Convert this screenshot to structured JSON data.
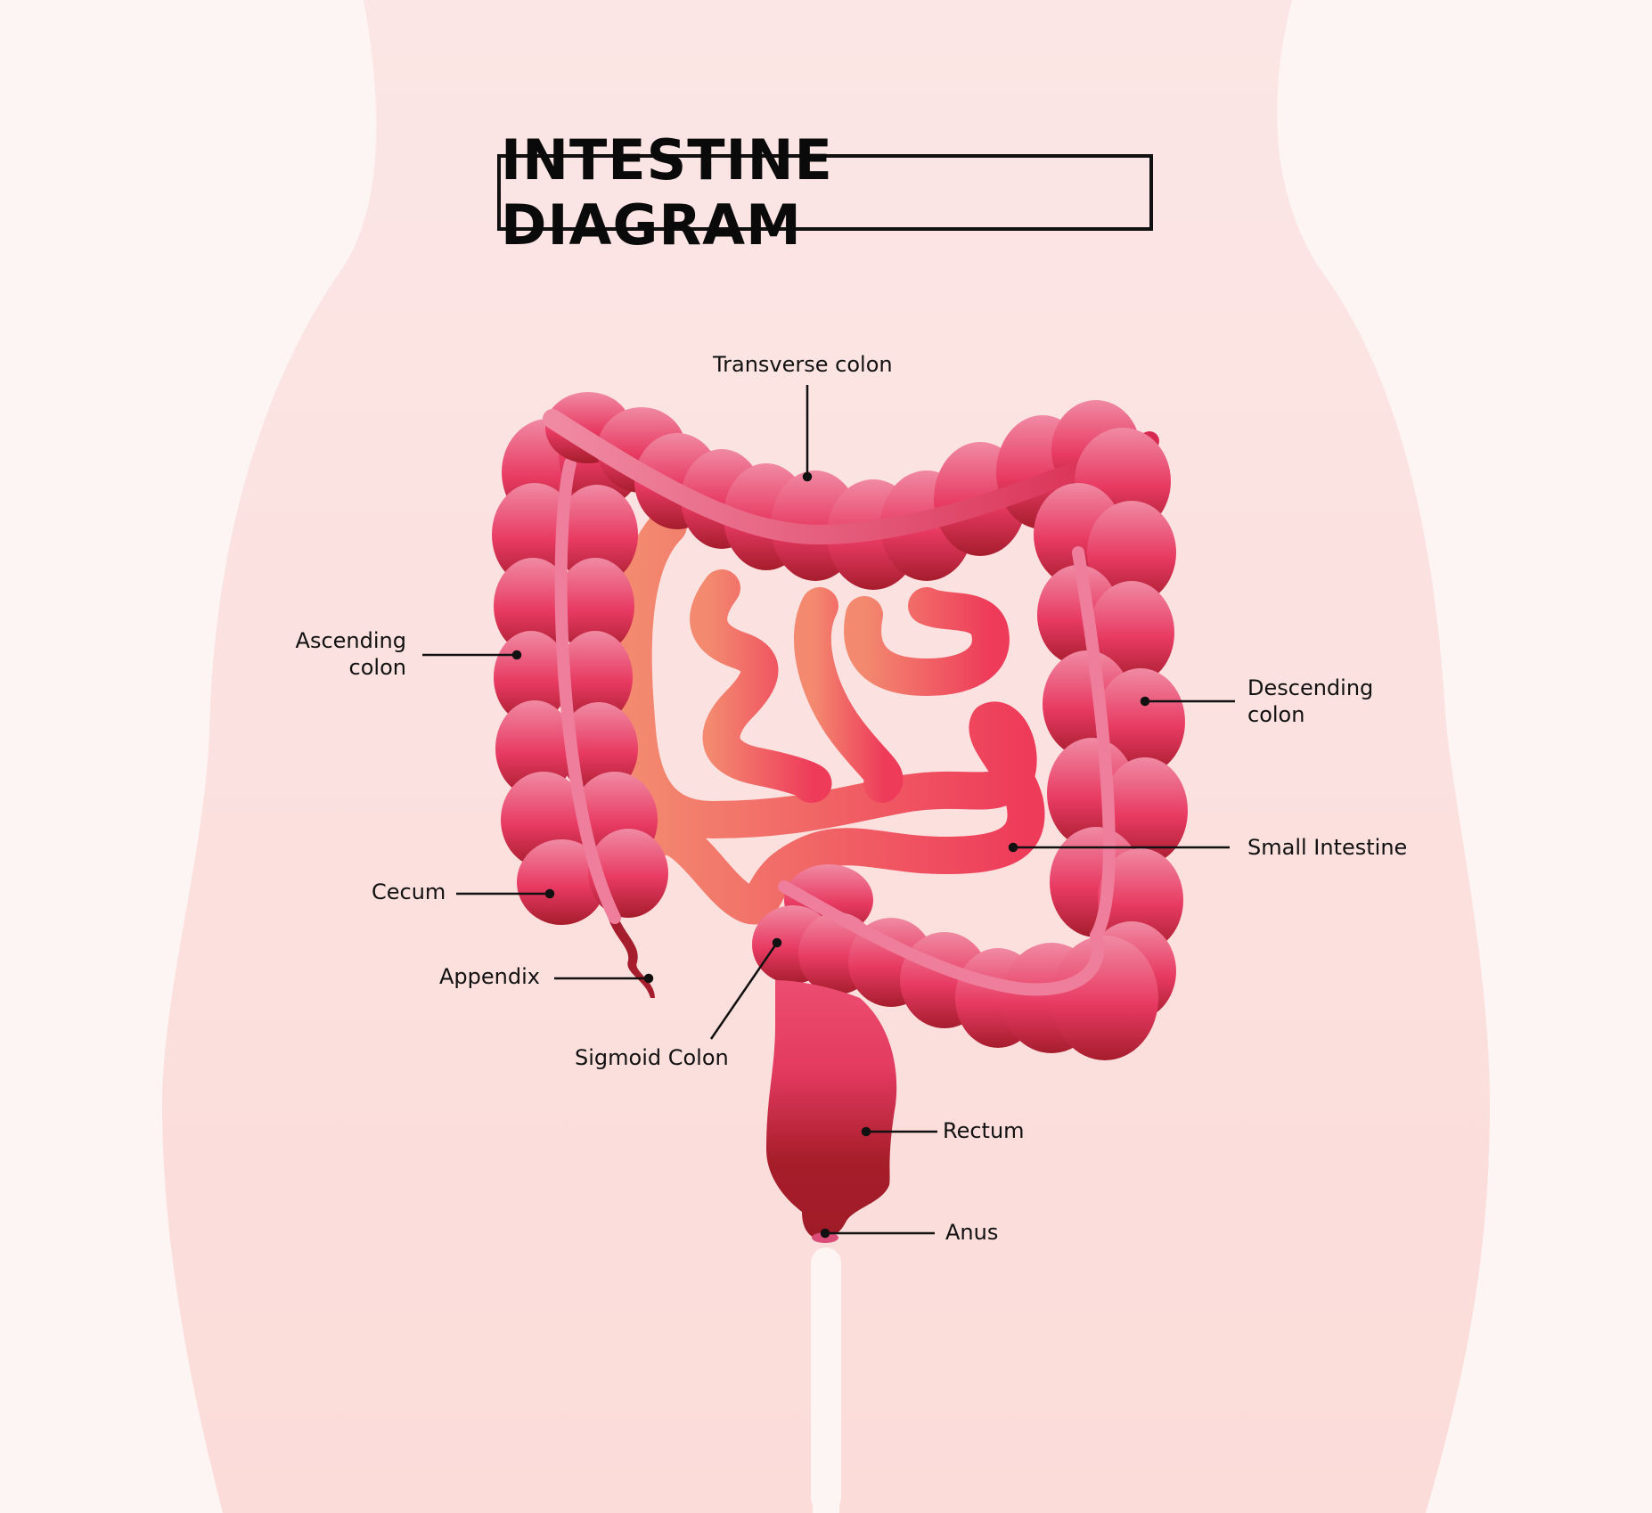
{
  "title": "INTESTINE DIAGRAM",
  "labels": {
    "transverse_colon": "Transverse colon",
    "ascending_colon_1": "Ascending",
    "ascending_colon_2": "colon",
    "descending_colon_1": "Descending",
    "descending_colon_2": "colon",
    "small_intestine": "Small Intestine",
    "cecum": "Cecum",
    "appendix": "Appendix",
    "sigmoid_colon": "Sigmoid Colon",
    "rectum": "Rectum",
    "anus": "Anus"
  },
  "colors": {
    "background_outer": "#fdf4f4",
    "body_silhouette": "#fce2e0",
    "colon_light": "#f08aa3",
    "colon_mid": "#e83a62",
    "colon_dark": "#a01c2a",
    "small_intestine_left": "#f38a70",
    "small_intestine_right": "#ee3b5a",
    "leader_line": "#111111"
  }
}
